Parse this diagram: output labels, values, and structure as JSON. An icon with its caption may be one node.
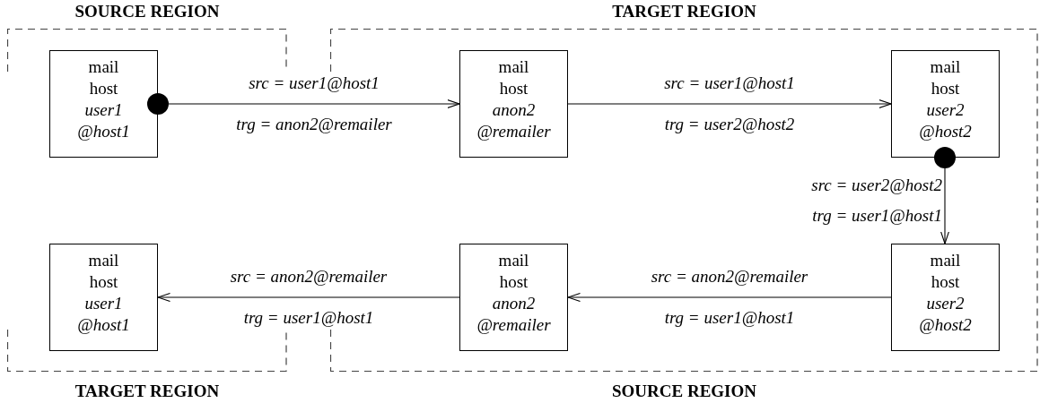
{
  "diagram": {
    "nodes": [
      {
        "text": [
          "SOURCE REGION"
        ]
      },
      {
        "text": [
          "mail host",
          "user1 @host1"
        ],
        "in": 0
      },
      {
        "text": [],
        "shape": "circle",
        "in": 0
      },
      {
        "text": [
          "TARGET REGION"
        ]
      },
      {
        "text": [
          "mail host",
          "anon2 @remailer"
        ],
        "in": 3
      },
      {
        "text": [
          "mail host",
          "user2 @host2"
        ],
        "in": 3
      },
      {
        "text": [],
        "shape": "circle",
        "in": 3
      },
      {
        "text": [
          "TARGET REGION"
        ]
      },
      {
        "text": [
          "mail host",
          "user1 @host1"
        ],
        "in": 7
      },
      {
        "text": [
          "SOURCE REGION"
        ]
      },
      {
        "text": [
          "mail host",
          "anon2 @remailer"
        ],
        "in": 9
      },
      {
        "text": [
          "mail host",
          "user2 @host2"
        ],
        "in": 9
      }
    ],
    "edges": [
      {
        "from": 2,
        "to": 4,
        "arrow": "to",
        "label": [
          "src = user1@host1",
          "trg = anon2@remailer"
        ]
      },
      {
        "from": 4,
        "to": 5,
        "arrow": "to",
        "label": [
          "src = user1@host1",
          "trg = user2@host2"
        ]
      },
      {
        "from": 6,
        "to": 11,
        "arrow": "to",
        "label": [
          "src = user2@host2",
          "trg = user1@host1"
        ]
      },
      {
        "from": 11,
        "to": 10,
        "arrow": "to",
        "label": [
          "src = anon2@remailer",
          "trg = user1@host1"
        ]
      },
      {
        "from": 10,
        "to": 8,
        "arrow": "to",
        "label": [
          "src = anon2@remailer",
          "trg = user1@host1"
        ]
      }
    ]
  }
}
